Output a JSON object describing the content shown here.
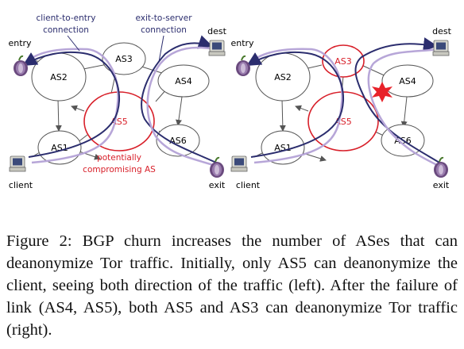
{
  "left": {
    "annotations": {
      "client_to_entry": [
        "client-to-entry",
        "connection"
      ],
      "exit_to_server": [
        "exit-to-server",
        "connection"
      ],
      "compromising": [
        "potentially",
        "compromising AS"
      ]
    },
    "nodes": {
      "as1": "AS1",
      "as2": "AS2",
      "as3": "AS3",
      "as4": "AS4",
      "as5": "AS5",
      "as6": "AS6"
    },
    "hosts": {
      "entry": "entry",
      "dest": "dest",
      "client": "client",
      "exit": "exit"
    }
  },
  "right": {
    "nodes": {
      "as1": "AS1",
      "as2": "AS2",
      "as3": "AS3",
      "as4": "AS4",
      "as5": "AS5",
      "as6": "AS6"
    },
    "hosts": {
      "entry": "entry",
      "dest": "dest",
      "client": "client",
      "exit": "exit"
    }
  },
  "caption": "Figure 2: BGP churn increases the number of ASes that can deanonymize Tor traffic.  Initially, only AS5 can deanonymize the client, seeing both direction of the traffic (left). After the failure of link (AS4, AS5), both AS5 and AS3 can deanonymize Tor traffic (right).",
  "colors": {
    "red": "#d8202a",
    "navy": "#2b2d6e",
    "lavender": "#b7a6d8"
  }
}
